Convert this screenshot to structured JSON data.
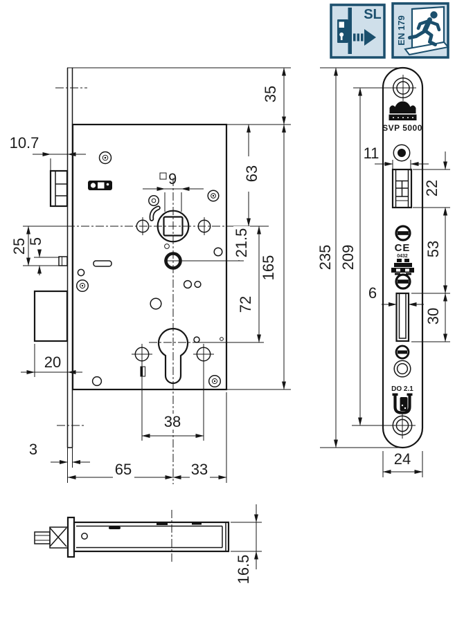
{
  "badges": {
    "sl": {
      "label": "SL"
    },
    "en179": {
      "label": "EN 179"
    },
    "accent": "#1b4f6d",
    "background": "#cfdfea"
  },
  "plate": {
    "model": "SVP 5000",
    "ce": "CE",
    "ce_number": "0432",
    "do_class": "DO 2.1"
  },
  "dims": {
    "latch_protrusion": "10.7",
    "aux_latch_offset": "25",
    "aux_latch_height": "5",
    "deadbolt_throw": "20",
    "faceplate_thickness": "3",
    "backset": "65",
    "case_rear_depth": "33",
    "fixing_hole_spacing": "38",
    "spindle_square": "9",
    "axle_distance": "72",
    "top_to_follower": "63",
    "follower_to_hub": "21.5",
    "case_height": "165",
    "plate_above_case": "35",
    "plate_length": "235",
    "screw_hole_spacing": "209",
    "latch_width": "11",
    "latch_height": "22",
    "latch_to_deadbolt": "53",
    "deadbolt_slot_width": "6",
    "deadbolt_slot_height": "30",
    "plate_width": "24",
    "case_thickness": "16.5"
  }
}
